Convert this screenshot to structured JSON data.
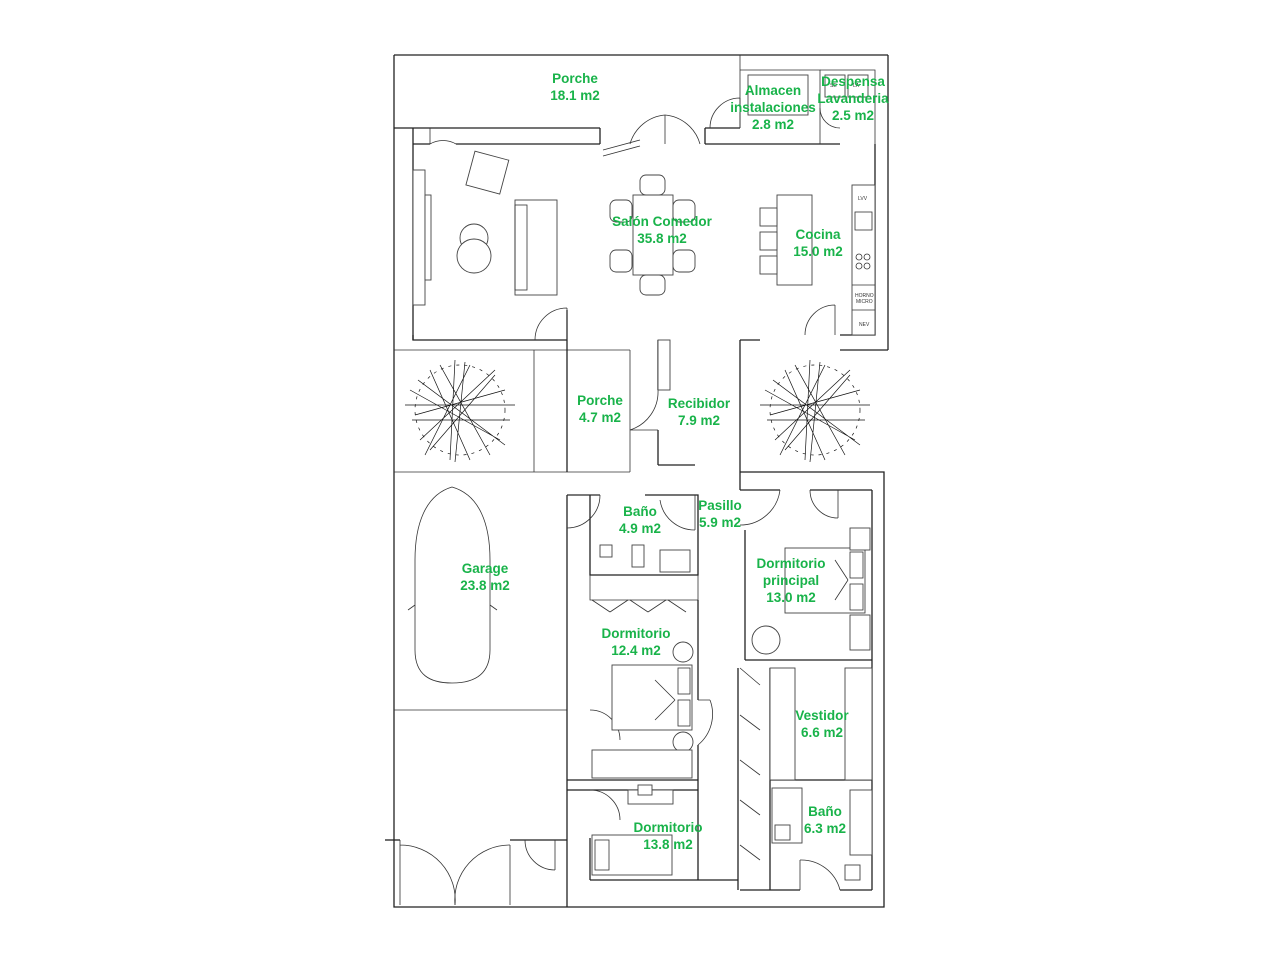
{
  "plan": {
    "accent_color": "#19b34a",
    "rooms": [
      {
        "id": "porche-norte",
        "lines": [
          "Porche",
          "18.1 m2"
        ]
      },
      {
        "id": "almacen",
        "lines": [
          "Almacen",
          "instalaciones",
          "2.8 m2"
        ]
      },
      {
        "id": "despensa",
        "lines": [
          "Despensa",
          "Lavanderia",
          "2.5 m2"
        ]
      },
      {
        "id": "salon",
        "lines": [
          "Salón Comedor",
          "35.8 m2"
        ]
      },
      {
        "id": "cocina",
        "lines": [
          "Cocina",
          "15.0 m2"
        ]
      },
      {
        "id": "porche-entrada",
        "lines": [
          "Porche",
          "4.7 m2"
        ]
      },
      {
        "id": "recibidor",
        "lines": [
          "Recibidor",
          "7.9 m2"
        ]
      },
      {
        "id": "bano-1",
        "lines": [
          "Baño",
          "4.9 m2"
        ]
      },
      {
        "id": "pasillo",
        "lines": [
          "Pasillo",
          "5.9 m2"
        ]
      },
      {
        "id": "garage",
        "lines": [
          "Garage",
          "23.8 m2"
        ]
      },
      {
        "id": "dormitorio-principal",
        "lines": [
          "Dormitorio",
          "principal",
          "13.0 m2"
        ]
      },
      {
        "id": "dormitorio-1",
        "lines": [
          "Dormitorio",
          "12.4 m2"
        ]
      },
      {
        "id": "vestidor",
        "lines": [
          "Vestidor",
          "6.6 m2"
        ]
      },
      {
        "id": "bano-2",
        "lines": [
          "Baño",
          "6.3 m2"
        ]
      },
      {
        "id": "dormitorio-2",
        "lines": [
          "Dormitorio",
          "13.8 m2"
        ]
      }
    ],
    "appliance_labels": {
      "lavavajillas": "LVV",
      "horno": "HORNO",
      "micro": "MICRO",
      "nevera": "NEV",
      "secadora": "SE",
      "lavadora": "LA"
    }
  }
}
